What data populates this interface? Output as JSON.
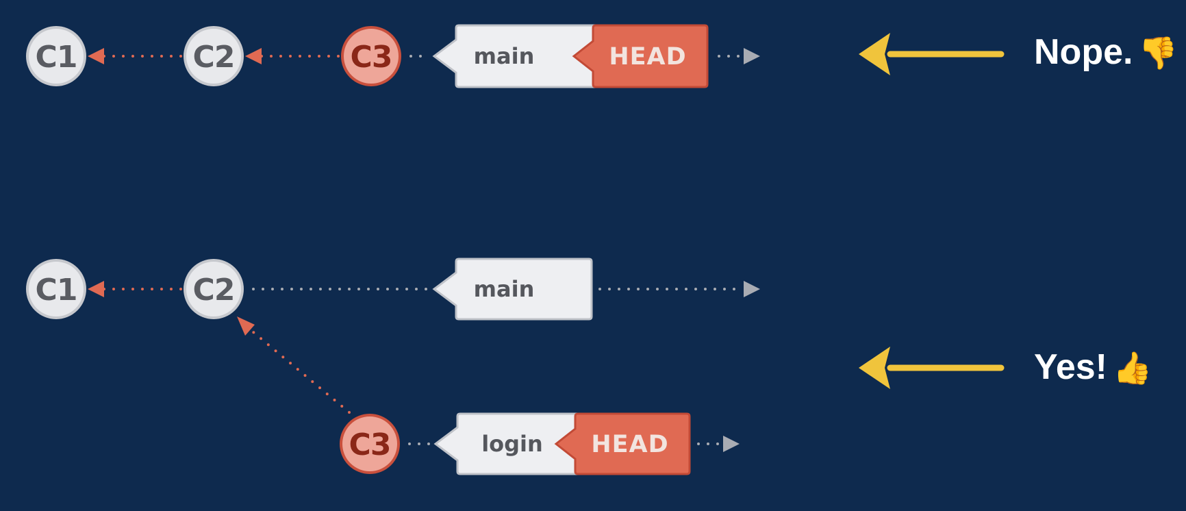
{
  "top": {
    "commits": [
      "C1",
      "C2",
      "C3"
    ],
    "branch": "main",
    "head": "HEAD",
    "caption": "Nope.",
    "emoji": "👎"
  },
  "bottom": {
    "commits": [
      "C1",
      "C2",
      "C3"
    ],
    "main_branch": "main",
    "feature_branch": "login",
    "head": "HEAD",
    "caption": "Yes!",
    "emoji": "👍"
  },
  "colors": {
    "background": "#0e2a4e",
    "commit_fill": "#e8e9ec",
    "commit_text": "#5a5c62",
    "commit_current_fill": "#eea699",
    "commit_current_stroke": "#c9503d",
    "commit_current_text": "#8a2718",
    "head_fill": "#e06a53",
    "arrow_highlight": "#f0c43c",
    "parent_link": "#e06a53",
    "future_link": "#a9acb3"
  }
}
